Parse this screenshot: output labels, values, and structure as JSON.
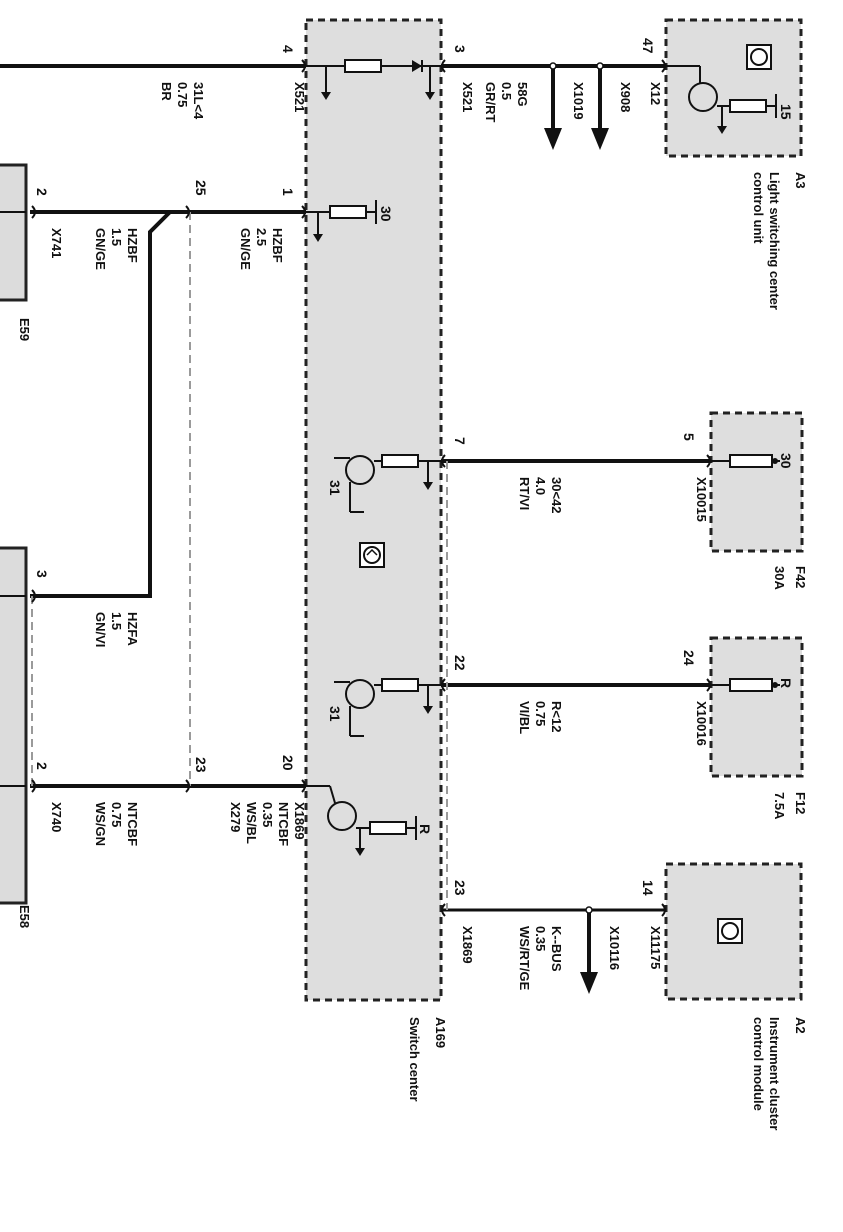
{
  "components": {
    "a3": {
      "id": "A3",
      "name": "Light switching center control unit",
      "pin_15": "15",
      "pin_47": "47"
    },
    "a169": {
      "id": "A169",
      "name": "Switch center"
    },
    "f42": {
      "id": "F42",
      "rating": "30A",
      "contact": "30",
      "pin": "5"
    },
    "f12": {
      "id": "F12",
      "rating": "7.5A",
      "contact": "R",
      "pin": "24"
    },
    "a2": {
      "id": "A2",
      "name": "Instrument cluster control module",
      "pin": "14"
    },
    "e59": {
      "id": "E59"
    },
    "e58": {
      "id": "E58"
    }
  },
  "internal": {
    "term_30": "30",
    "term_31a": "31",
    "term_31b": "31",
    "term_r": "R"
  },
  "pins": {
    "a169_4": "4",
    "a169_3": "3",
    "a169_1": "1",
    "a169_7": "7",
    "a169_22": "22",
    "a169_20": "20",
    "a169_23": "23",
    "x_25": "25",
    "x_23": "23",
    "e59_2": "2",
    "e58_3": "3",
    "e58_2": "2"
  },
  "wires": [
    {
      "key": "w1",
      "lines": [
        "31L<4",
        "0.75",
        "BR"
      ],
      "connector": "X521"
    },
    {
      "key": "w2",
      "lines": [
        "58G",
        "0.5",
        "GR/RT"
      ],
      "connector": "X521"
    },
    {
      "key": "w3",
      "lines": [
        "HZBF",
        "2.5",
        "GN/GE"
      ],
      "connector": ""
    },
    {
      "key": "w4",
      "lines": [
        "HZBF",
        "1.5",
        "GN/GE"
      ],
      "connector": "X741"
    },
    {
      "key": "w5",
      "lines": [
        "30<42",
        "4.0",
        "RT/VI"
      ],
      "connector": "X10015"
    },
    {
      "key": "w6",
      "lines": [
        "HZFA",
        "1.5",
        "GN/VI"
      ],
      "connector": ""
    },
    {
      "key": "w7",
      "lines": [
        "R<12",
        "0.75",
        "VI/BL"
      ],
      "connector": "X10016"
    },
    {
      "key": "w8",
      "lines": [
        "NTCBF",
        "0.35",
        "WS/BL"
      ],
      "connector": "X1869",
      "connector2": "X279"
    },
    {
      "key": "w9",
      "lines": [
        "NTCBF",
        "0.75",
        "WS/GN"
      ],
      "connector": "X740"
    },
    {
      "key": "w10",
      "lines": [
        "K--BUS",
        "0.35",
        "WS/RT/GE"
      ],
      "connector": "X1869"
    }
  ],
  "branches": {
    "x1019": "X1019",
    "x908": "X908",
    "x12": "X12",
    "x10116": "X10116",
    "x11175": "X11175"
  }
}
